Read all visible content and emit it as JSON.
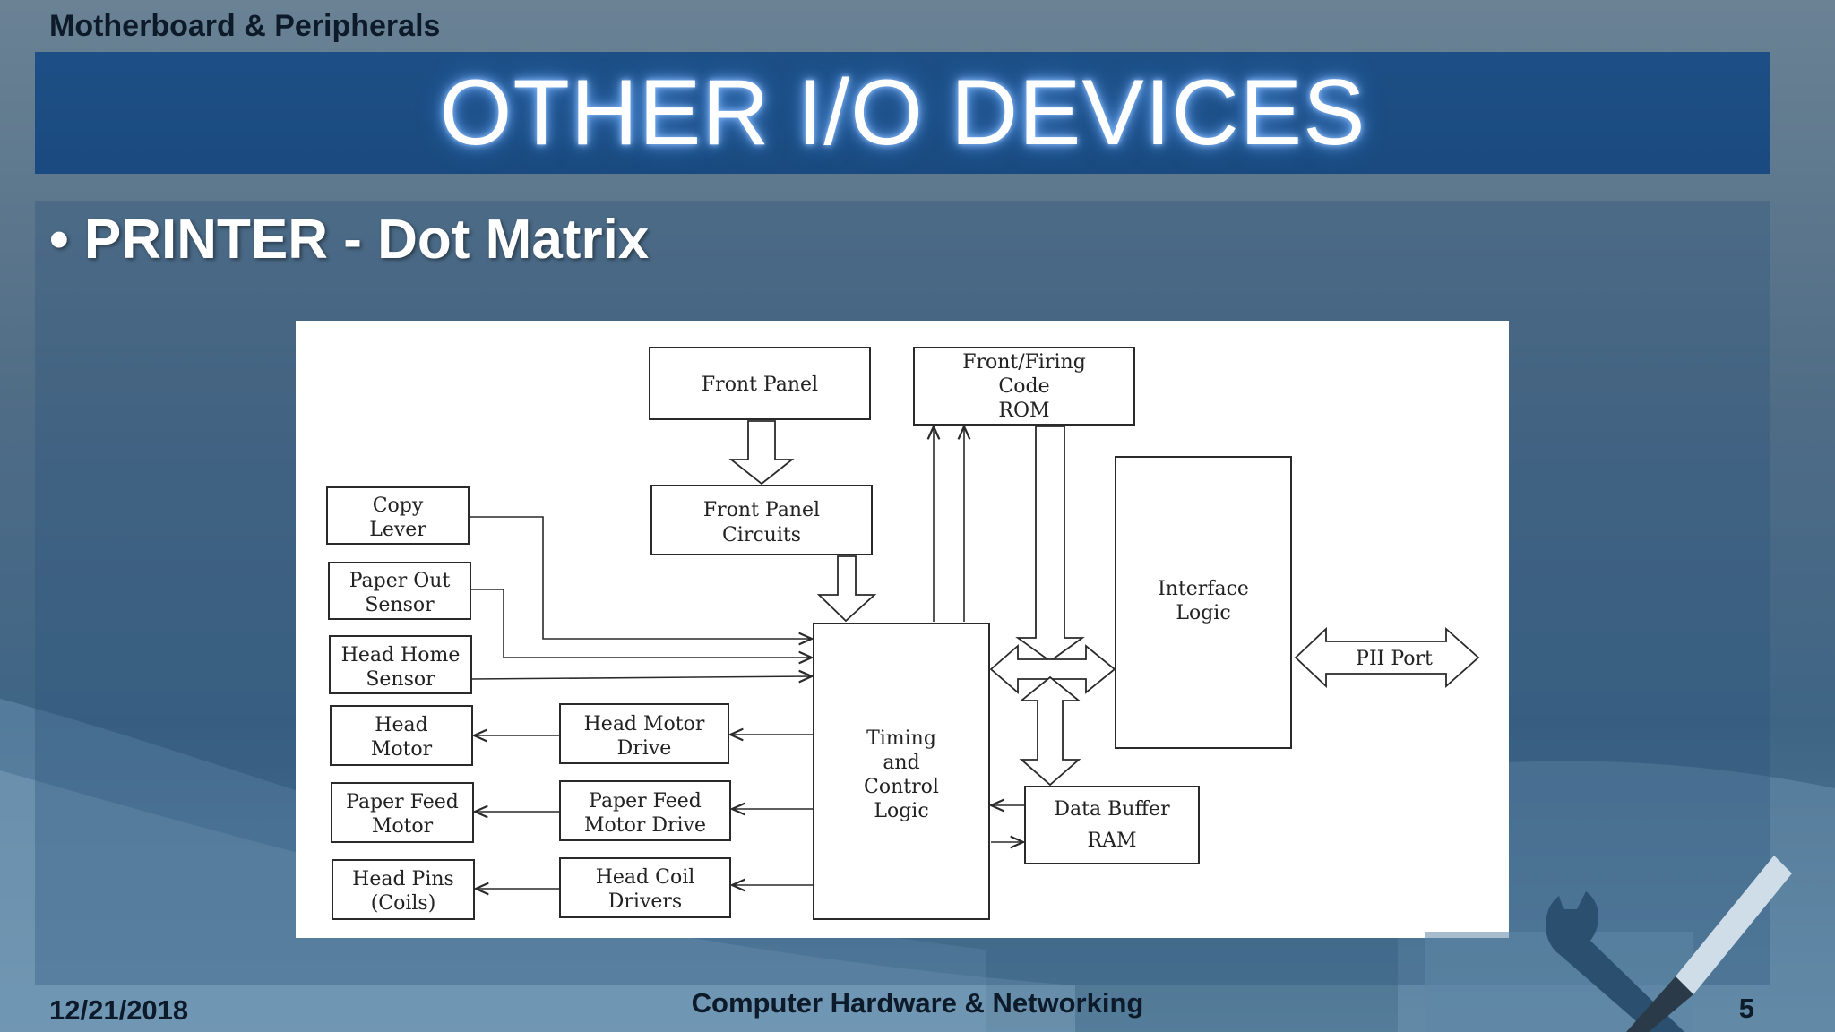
{
  "slide": {
    "header_label": "Motherboard & Peripherals",
    "title": "OTHER I/O DEVICES",
    "bullet": "• PRINTER - Dot Matrix",
    "footer_date": "12/21/2018",
    "footer_center": "Computer Hardware & Networking",
    "page_number": "5"
  },
  "diagram": {
    "blocks": {
      "front_panel": [
        "Front Panel"
      ],
      "front_firing_code_rom": [
        "Front/Firing",
        "Code",
        "ROM"
      ],
      "front_panel_circuits": [
        "Front Panel",
        "Circuits"
      ],
      "copy_lever": [
        "Copy",
        "Lever"
      ],
      "paper_out_sensor": [
        "Paper Out",
        "Sensor"
      ],
      "head_home_sensor": [
        "Head Home",
        "Sensor"
      ],
      "head_motor": [
        "Head",
        "Motor"
      ],
      "head_motor_drive": [
        "Head Motor",
        "Drive"
      ],
      "paper_feed_motor": [
        "Paper Feed",
        "Motor"
      ],
      "paper_feed_motor_drive": [
        "Paper Feed",
        "Motor Drive"
      ],
      "head_pins_coils": [
        "Head Pins",
        "(Coils)"
      ],
      "head_coil_drivers": [
        "Head Coil",
        "Drivers"
      ],
      "timing_control_logic": [
        "Timing",
        "and",
        "Control",
        "Logic"
      ],
      "interface_logic": [
        "Interface",
        "Logic"
      ],
      "data_buffer_ram": [
        "Data Buffer",
        "RAM"
      ],
      "pll_port": [
        "PII Port"
      ]
    }
  },
  "colors": {
    "title_band": "#1d4f86",
    "title_glow": "#7fb6ff",
    "diagram_bg": "#ffffff",
    "diagram_ink": "#2a2a2a"
  }
}
